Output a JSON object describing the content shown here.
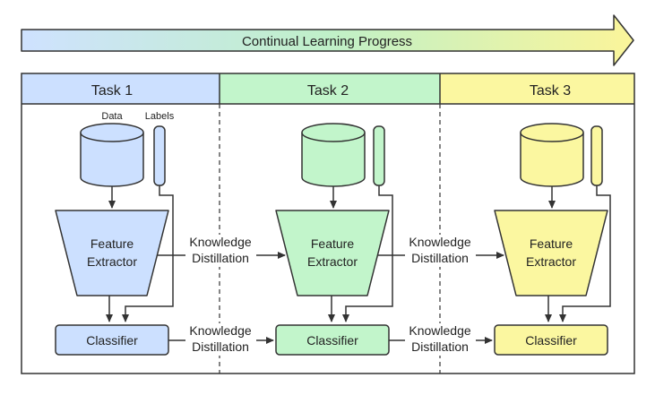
{
  "progress": {
    "label": "Continual Learning Progress",
    "gradient": [
      "#cfe2ff",
      "#bff0c8",
      "#fbf59a"
    ]
  },
  "colors": {
    "stroke": "#333333",
    "task1_fill": "#cce0ff",
    "task2_fill": "#c2f5cb",
    "task3_fill": "#fbf7a0"
  },
  "tasks": [
    {
      "header": "Task 1",
      "data_label": "Data",
      "labels_label": "Labels",
      "extractor_line1": "Feature",
      "extractor_line2": "Extractor",
      "classifier": "Classifier"
    },
    {
      "header": "Task 2",
      "extractor_line1": "Feature",
      "extractor_line2": "Extractor",
      "classifier": "Classifier"
    },
    {
      "header": "Task 3",
      "extractor_line1": "Feature",
      "extractor_line2": "Extractor",
      "classifier": "Classifier"
    }
  ],
  "distillation": {
    "line1": "Knowledge",
    "line2": "Distillation"
  }
}
